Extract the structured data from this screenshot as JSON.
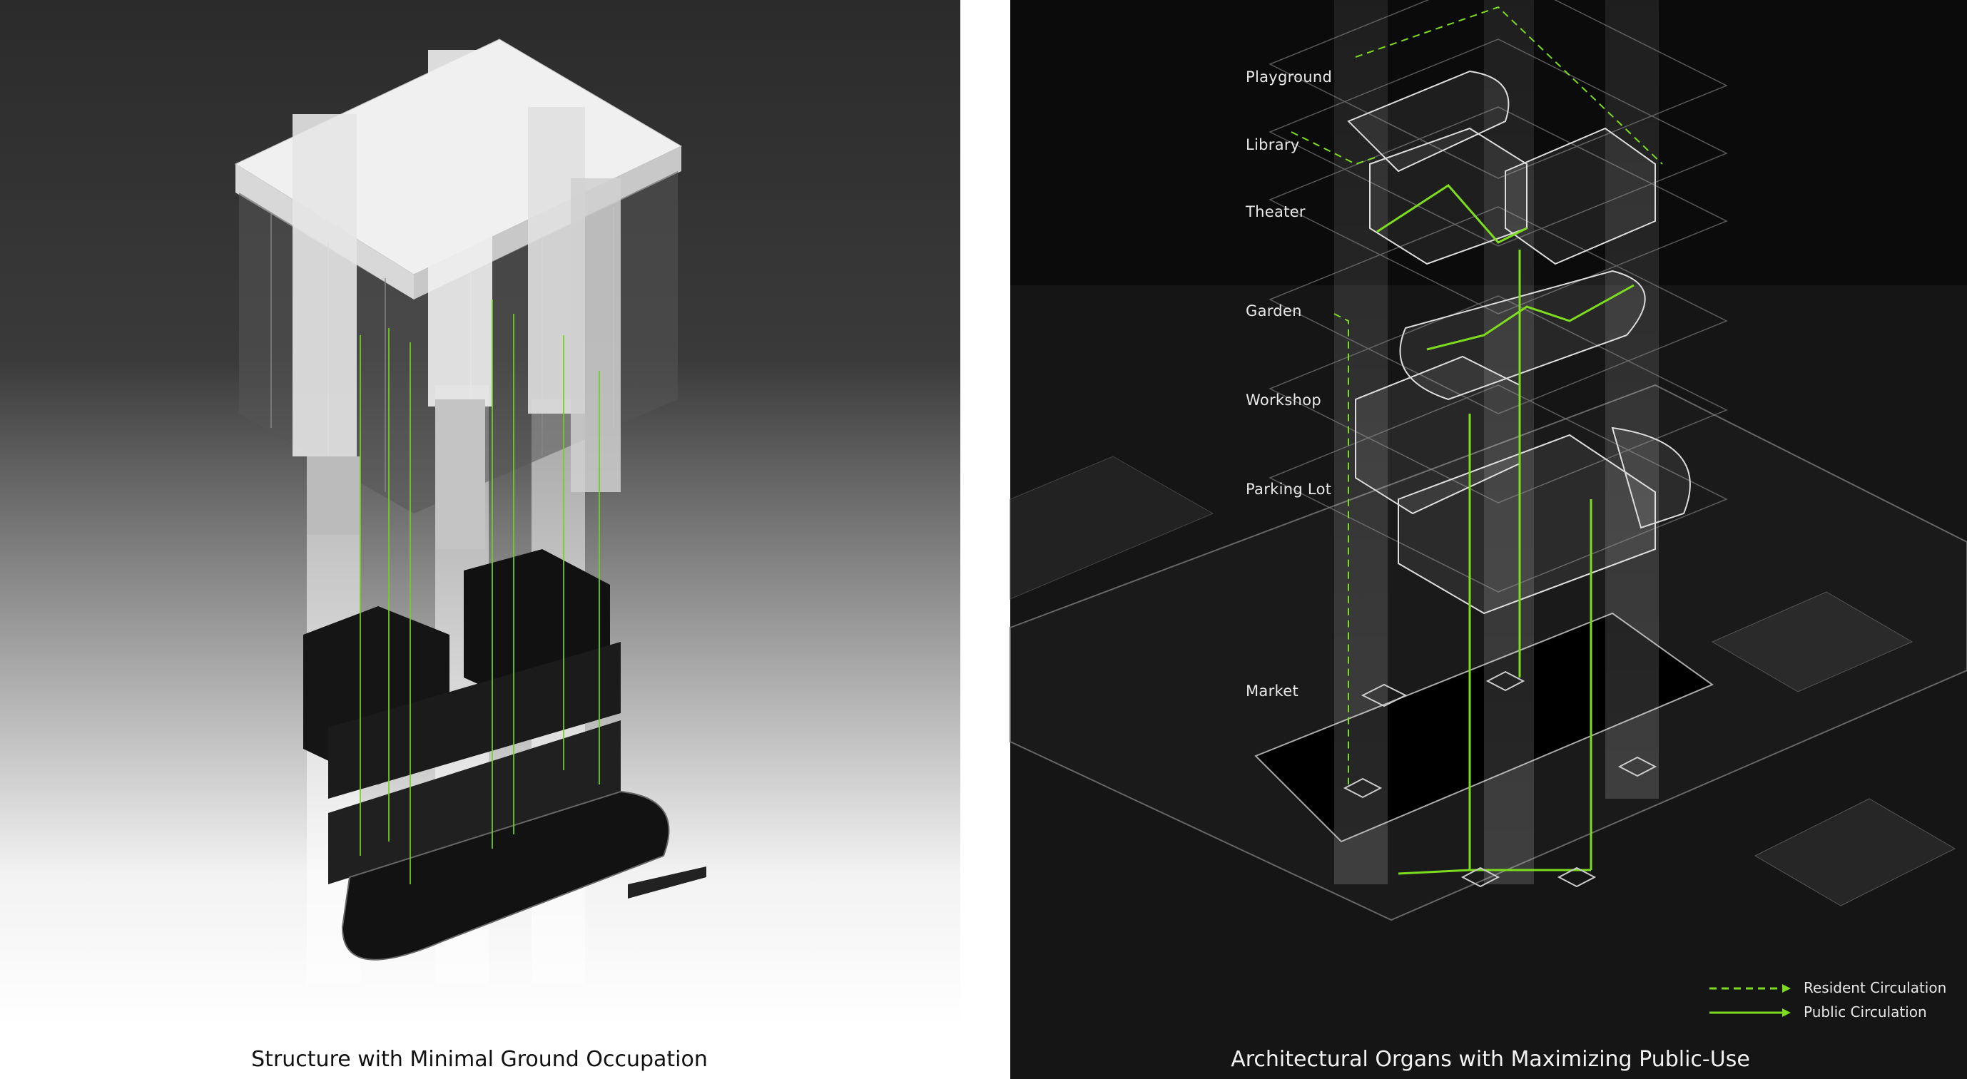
{
  "left_panel": {
    "caption": "Structure with Minimal Ground Occupation"
  },
  "right_panel": {
    "caption": "Architectural Organs with Maximizing Public-Use",
    "levels": [
      "Playground",
      "Library",
      "Theater",
      "Garden",
      "Workshop",
      "Parking Lot",
      "Market"
    ],
    "legend": [
      {
        "label": "Resident Circulation",
        "style": "dashed",
        "color": "#7ddc1f"
      },
      {
        "label": "Public Circulation",
        "style": "solid",
        "color": "#7ddc1f"
      }
    ]
  },
  "colors": {
    "accent_green": "#7ddc1f",
    "right_background": "#0b0b0b"
  }
}
